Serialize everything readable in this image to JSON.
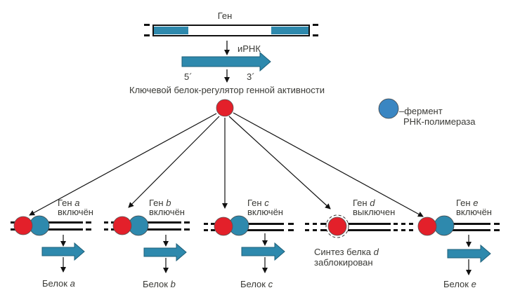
{
  "colors": {
    "regulator": "#e3202a",
    "polymerase": "#3a86c2",
    "polymerase_gene": "#2e89ad",
    "mrna": "#2e89ad",
    "gene_region": "#2e89ad",
    "line": "#111111",
    "text": "#3a3a36"
  },
  "top": {
    "gene_label": "Ген",
    "mrna_label": "иРНК",
    "five_prime": "5´",
    "three_prime": "3´",
    "regulator_label": "Ключевой белок-регулятор генной активности"
  },
  "legend": {
    "line1": "–фермент",
    "line2": "РНК-полимераза"
  },
  "genes": [
    {
      "id": "a",
      "title": "Ген ",
      "letter": "a",
      "status": "включён",
      "active": true,
      "product": "Белок ",
      "product_letter": "a"
    },
    {
      "id": "b",
      "title": "Ген ",
      "letter": "b",
      "status": "включён",
      "active": true,
      "product": "Белок ",
      "product_letter": "b"
    },
    {
      "id": "c",
      "title": "Ген ",
      "letter": "c",
      "status": "включён",
      "active": true,
      "product": "Белок ",
      "product_letter": "c"
    },
    {
      "id": "d",
      "title": "Ген ",
      "letter": "d",
      "status": "выключен",
      "active": false,
      "blocked_line1": "Синтез белка ",
      "blocked_letter": "d",
      "blocked_line2": "заблокирован"
    },
    {
      "id": "e",
      "title": "Ген ",
      "letter": "e",
      "status": "включён",
      "active": true,
      "product": "Белок ",
      "product_letter": "e"
    }
  ]
}
